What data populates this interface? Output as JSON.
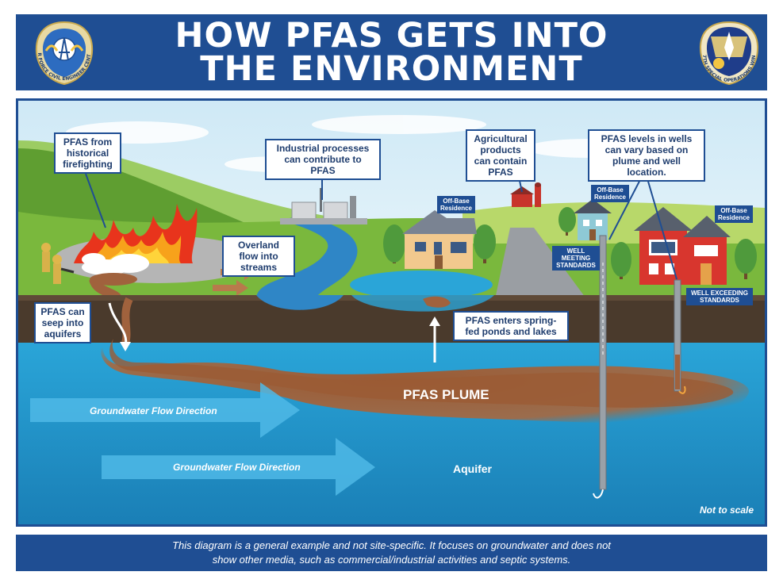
{
  "header": {
    "title_line1": "HOW PFAS GETS INTO",
    "title_line2": "THE ENVIRONMENT",
    "left_emblem": {
      "icon": "afcec-emblem-icon",
      "text": "AIR FORCE CIVIL ENGINEER CENTER"
    },
    "right_emblem": {
      "icon": "sow-emblem-icon",
      "text": "27TH SPECIAL OPERATIONS WING"
    }
  },
  "callouts": {
    "firefighting": "PFAS from historical firefighting",
    "industrial": "Industrial processes can contribute to PFAS",
    "agricultural": "Agricultural products can contain PFAS",
    "wells": "PFAS levels in wells can vary based on plume and well location.",
    "overland": "Overland flow into streams",
    "seep": "PFAS can seep into aquifers",
    "spring": "PFAS enters spring-fed ponds and lakes"
  },
  "tags": {
    "residence1": "Off-Base Residence",
    "residence2": "Off-Base Residence",
    "residence3": "Off-Base Residence",
    "well_meeting": "WELL MEETING STANDARDS",
    "well_exceeding": "WELL EXCEEDING STANDARDS"
  },
  "underground": {
    "plume": "PFAS PLUME",
    "flow1": "Groundwater Flow Direction",
    "flow2": "Groundwater Flow Direction",
    "aquifer": "Aquifer",
    "scale": "Not to scale"
  },
  "footer": {
    "line1": "This diagram is a general example and not site-specific. It focuses on groundwater and does not",
    "line2": "show other media, such as commercial/industrial activities and septic systems."
  },
  "colors": {
    "brand_blue": "#1f4e93",
    "groundwater": "#2596c9",
    "plume": "#a0623d",
    "grass": "#76b33a",
    "soil": "#4a3a2c"
  }
}
